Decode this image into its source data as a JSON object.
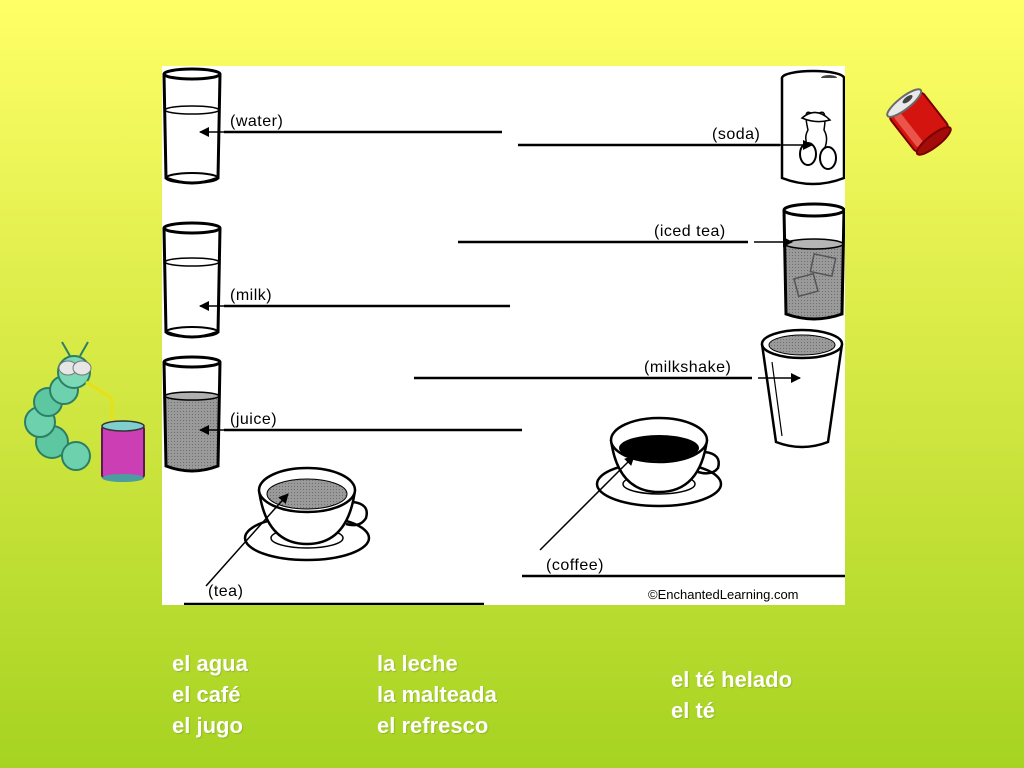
{
  "worksheet": {
    "labels": {
      "water": "(water)",
      "milk": "(milk)",
      "juice": "(juice)",
      "tea": "(tea)",
      "soda": "(soda)",
      "iced_tea": "(iced tea)",
      "milkshake": "(milkshake)",
      "coffee": "(coffee)"
    },
    "copyright": "©EnchantedLearning.com"
  },
  "vocabulary": {
    "column1": [
      "el agua",
      "el café",
      "el jugo"
    ],
    "column2": [
      "la leche",
      "la malteada",
      "el refresco"
    ],
    "column3": [
      "el té helado",
      "el té"
    ]
  },
  "colors": {
    "background_top": "#ffff66",
    "background_bottom": "#a6d322",
    "vocab_text": "#ffffff",
    "worksheet_bg": "#ffffff"
  },
  "icons": [
    "soda-can-icon",
    "caterpillar-drinking-icon"
  ]
}
